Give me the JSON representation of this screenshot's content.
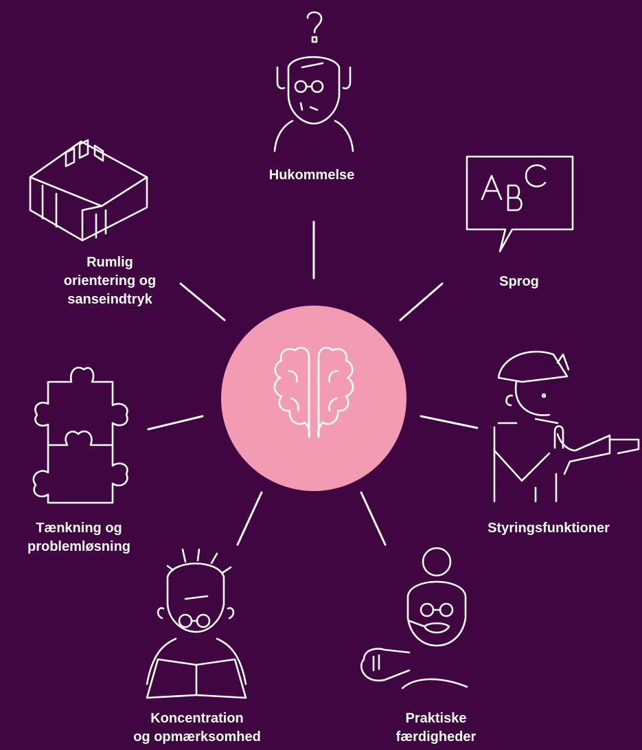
{
  "center": {
    "icon": "brain-icon",
    "color": "#f29bb2"
  },
  "background_color": "#3f0642",
  "topics": [
    {
      "label": "Hukommelse",
      "icon": "confused-elderly-man-icon"
    },
    {
      "label": "Sprog",
      "icon": "abc-speech-bubble-icon"
    },
    {
      "label": "Rumlig\norientering og\nsanseindtryk",
      "icon": "room-icon"
    },
    {
      "label": "Styringsfunktioner",
      "icon": "traffic-officer-icon"
    },
    {
      "label": "Tænkning og\nproblemløsning",
      "icon": "puzzle-pieces-icon"
    },
    {
      "label": "Koncentration\nog opmærksomhed",
      "icon": "man-reading-book-icon"
    },
    {
      "label": "Praktiske\nfærdigheder",
      "icon": "woman-brushing-teeth-icon"
    }
  ]
}
